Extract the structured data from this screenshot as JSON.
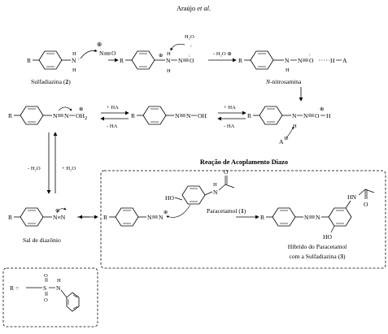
{
  "header": {
    "author": "Araújo",
    "etal": "et al."
  },
  "compounds": {
    "sulfadiazina": "Sulfadiazina (",
    "sulfadiazina_num": "2",
    "nitrosamina_prefix": "N",
    "nitrosamina": "-nitrosamina",
    "sal_diazonio": "Sal de diazônio",
    "paracetamol": "Paracetamol (",
    "paracetamol_num": "1",
    "hibrido_l1": "Híbrido do Paracetamol",
    "hibrido_l2": "com a Sulfadiazina (",
    "hibrido_num": "3",
    "close_paren": ")"
  },
  "reagents": {
    "water": "H₂O",
    "minus_water": "- H₂O",
    "plus_water": "+ H₂O",
    "plus_ha": "+ HA",
    "minus_ha": "- HA",
    "ha": "H",
    "ha_a": "A",
    "a_minus": "A"
  },
  "atoms": {
    "R": "R",
    "N": "N",
    "H": "H",
    "O": "O",
    "S": "S",
    "OH": "OH",
    "OH2": "OH",
    "HO": "HO",
    "equals": "=",
    "nequiv": "N≡N",
    "plus": "⊕",
    "minus": "⊖",
    "dot": "•",
    "colon": ":",
    "sub2": "2"
  },
  "sections": {
    "coupling_title": "Reação de Acoplamento Diazo",
    "r_def_label": "R =",
    "r_def_dash": "—"
  }
}
